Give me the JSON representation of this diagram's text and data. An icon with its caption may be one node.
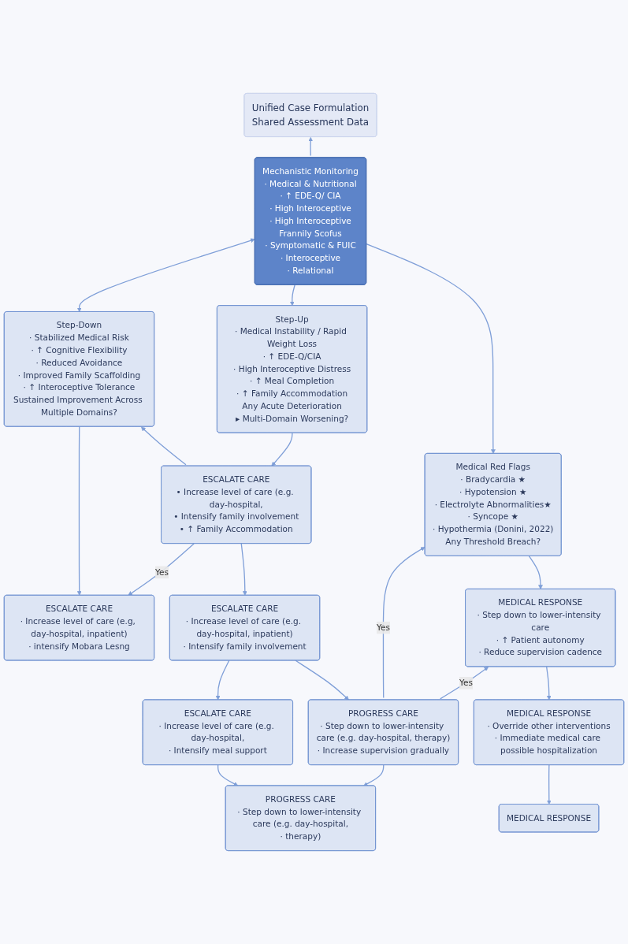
{
  "diagram": {
    "nodes": [
      {
        "text": [
          "Unified Case Formulation",
          "Shared Assessment Data"
        ]
      },
      {
        "text": [
          "Mechanistic Monitoring",
          "· Medical & Nutritional",
          "· ↑ EDE-Q/ CIA",
          "· High Interoceptive",
          "· High Interoceptive",
          "Frannily Scofus",
          "· Symptomatic & FUIC",
          "· Interoceptive",
          "· Relational"
        ]
      },
      {
        "text": [
          "Step-Up",
          "· Medical Instability / Rapid Weight Loss",
          "· ↑ EDE-Q/CIA",
          "· High Interoceptive Distress",
          "· ↑ Meal Completion",
          "· ↑ Family Accommodation",
          "Any Acute Deterioration",
          "▸ Multi-Domain Worsening?"
        ]
      },
      {
        "text": [
          "Step-Down",
          "· Stabilized Medical Risk",
          "· ↑ Cognitive Flexibility",
          "· Reduced Avoidance",
          "· Improved Family Scaffolding",
          "· ↑ Interoceptive Tolerance",
          "Sustained Improvement Across Multiple Domains?"
        ]
      },
      {
        "text": [
          "Medical Red Flags",
          "· Bradycardia ★",
          "· Hypotension ★",
          "· Electrolyte Abnormalities★",
          "· Syncope ★",
          "· Hypothermia (Donini, 2022)",
          "Any Threshold Breach?"
        ]
      },
      {
        "text": [
          "ESCALATE CARE",
          "• Increase level of care (e.g. day-hospital,",
          "• Intensify family involvement",
          "• ↑ Family Accommodation"
        ]
      },
      {
        "text": [
          "ESCALATE CARE",
          "· Increase level of care (e.g, day-hospital, inpatient)",
          "· intensify Mobara Lesng"
        ]
      },
      {
        "text": [
          "MEDICAL RESPONSE",
          "· Step down to lower-intensity care",
          "· ↑ Patient autonomy",
          "· Reduce supervision cadence"
        ]
      },
      {
        "text": [
          "ESCALATE CARE",
          "· Increase level of care (e.g. day-hospital, inpatient)",
          "· Intensify family involvement"
        ]
      },
      {
        "text": [
          "PROGRESS CARE",
          "· Step down to lower-intensity care (e.g. day-hospital, therapy)",
          "· Increase supervision gradually"
        ]
      },
      {
        "text": [
          "MEDICAL RESPONSE",
          "· Override other interventions",
          "· Immediate medical care possible hospitalization"
        ]
      },
      {
        "text": [
          "ESCALATE CARE",
          "· Increase level of care (e.g. day-hospital,",
          "· Intensify meal support"
        ]
      },
      {
        "text": [
          "PROGRESS CARE",
          "· Step down to lower-intensity care (e.g. day-hospital,",
          "· therapy)"
        ]
      },
      {
        "text": [
          "MEDICAL RESPONSE"
        ]
      }
    ],
    "edges": [
      {
        "from": 1,
        "to": 0,
        "arrow": "to"
      },
      {
        "from": 1,
        "to": 2,
        "arrow": "to"
      },
      {
        "from": 1,
        "to": 3,
        "arrow": "both"
      },
      {
        "from": 1,
        "to": 4,
        "arrow": "to"
      },
      {
        "from": 2,
        "to": 5,
        "arrow": "to"
      },
      {
        "from": 5,
        "to": 6,
        "arrow": "to",
        "label": "Yes"
      },
      {
        "from": 5,
        "to": 3,
        "arrow": "to"
      },
      {
        "from": 3,
        "to": 6,
        "arrow": "to"
      },
      {
        "from": 4,
        "to": 7,
        "arrow": "to"
      },
      {
        "from": 9,
        "to": 7,
        "arrow": "to",
        "label": "Yes"
      },
      {
        "from": 9,
        "to": 4,
        "arrow": "to",
        "label": "Yes"
      },
      {
        "from": 5,
        "to": 8,
        "arrow": "to"
      },
      {
        "from": 8,
        "to": 9,
        "arrow": "to"
      },
      {
        "from": 7,
        "to": 10,
        "arrow": "to"
      },
      {
        "from": 8,
        "to": 11,
        "arrow": "to"
      },
      {
        "from": 9,
        "to": 12,
        "arrow": "to"
      },
      {
        "from": 11,
        "to": 12,
        "arrow": "to"
      },
      {
        "from": 10,
        "to": 13,
        "arrow": "to"
      }
    ]
  }
}
